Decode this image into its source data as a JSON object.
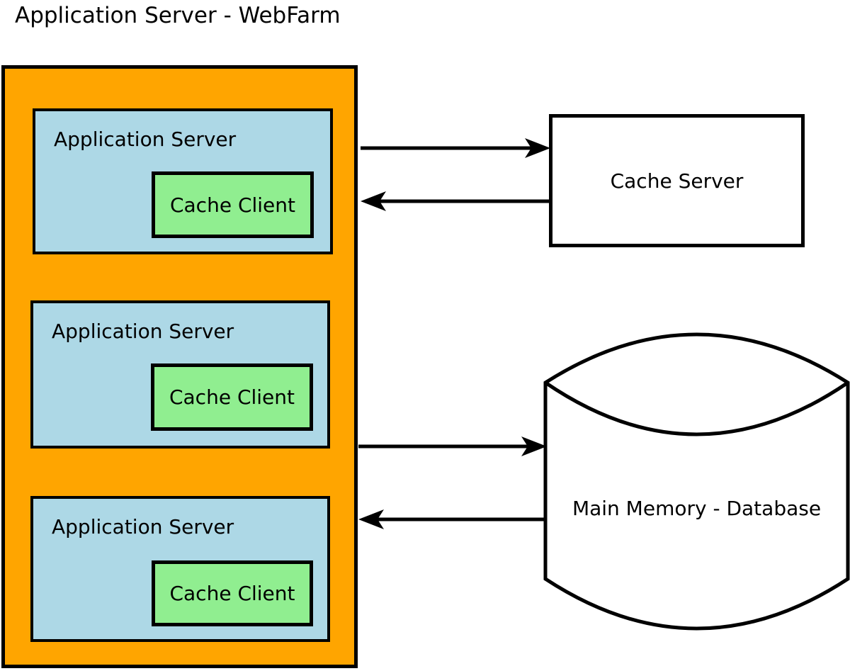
{
  "title": "Application Server - WebFarm",
  "colors": {
    "webfarm": "#FFA500",
    "app_server": "#ADD8E6",
    "cache_client": "#90EE90",
    "node": "#FFFFFF",
    "line": "#000000"
  },
  "webfarm": {
    "servers": [
      {
        "label": "Application Server",
        "cache_client": {
          "label": "Cache Client"
        }
      },
      {
        "label": "Application Server",
        "cache_client": {
          "label": "Cache Client"
        }
      },
      {
        "label": "Application Server",
        "cache_client": {
          "label": "Cache Client"
        }
      }
    ]
  },
  "cache_server": {
    "label": "Cache Server"
  },
  "database": {
    "label": "Main Memory - Database"
  }
}
